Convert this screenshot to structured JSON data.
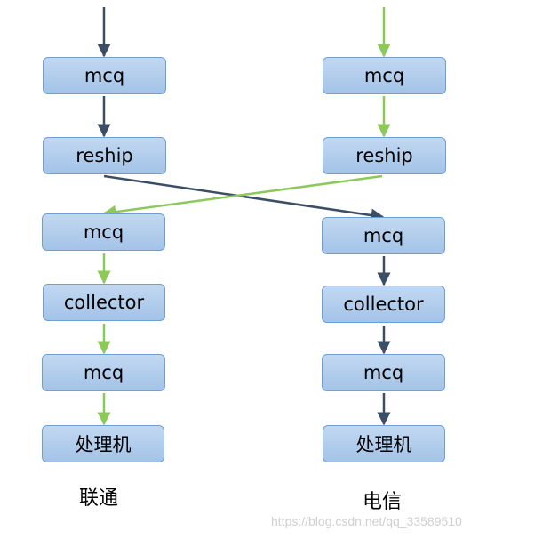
{
  "colors": {
    "dark": "#3c4d66",
    "green": "#8dc85a"
  },
  "left_column": {
    "label": "联通",
    "nodes": [
      "mcq",
      "reship",
      "mcq",
      "collector",
      "mcq",
      "处理机"
    ]
  },
  "right_column": {
    "label": "电信",
    "nodes": [
      "mcq",
      "reship",
      "mcq",
      "collector",
      "mcq",
      "处理机"
    ]
  },
  "watermark": "https://blog.csdn.net/qq_33589510"
}
